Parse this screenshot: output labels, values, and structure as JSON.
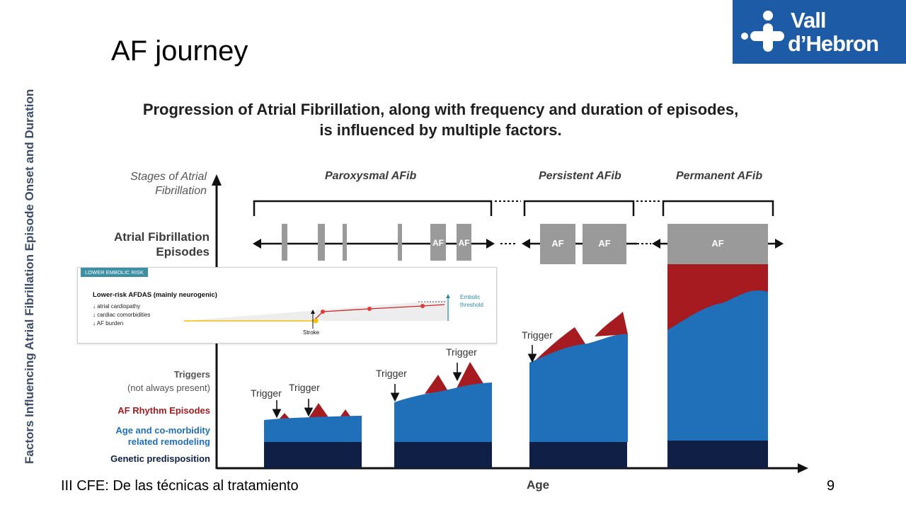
{
  "slide": {
    "title": "AF journey",
    "footer": "III CFE: De las técnicas al tratamiento",
    "page_number": "9"
  },
  "logo": {
    "line1": "Vall",
    "line2": "d’Hebron",
    "icon": "medical-cross-icon",
    "color": "#1d5ba6"
  },
  "figure": {
    "heading_line1": "Progression of Atrial Fibrillation, along with frequency and duration of episodes,",
    "heading_line2": "is influenced by multiple factors.",
    "stages_axis_label": "Stages of Atrial Fibrillation",
    "stages": [
      "Paroxysmal AFib",
      "Persistent AFib",
      "Permanent AFib"
    ],
    "episodes_label": "Atrial Fibrillation Episodes",
    "episode_box_label": "AF",
    "factors_axis_label": "Factors Influencing Atrial Fibrillation Episode Onset and Duration",
    "factor_labels": {
      "triggers": "Triggers",
      "triggers_note": "(not always present)",
      "af_episodes": "AF Rhythm Episodes",
      "remodeling": "Age and co-morbidity",
      "remodeling_2": "related remodeling",
      "genetic": "Genetic predisposition"
    },
    "trigger_label": "Trigger",
    "x_axis_label": "Age",
    "colors": {
      "genetic": "#0f1f45",
      "remodeling": "#1f6fb9",
      "af_episodes": "#a51b20",
      "episode_box": "#999999"
    }
  },
  "inset": {
    "tag": "LOWER EMBOLIC RISK",
    "title": "Lower-risk AFDAS (mainly neurogenic)",
    "items": [
      "↓ atrial cardiopathy",
      "↓ cardiac comorbidities",
      "↓ AF burden"
    ],
    "stroke_label": "Stroke",
    "threshold_line1": "Embolic",
    "threshold_line2": "threshold"
  }
}
